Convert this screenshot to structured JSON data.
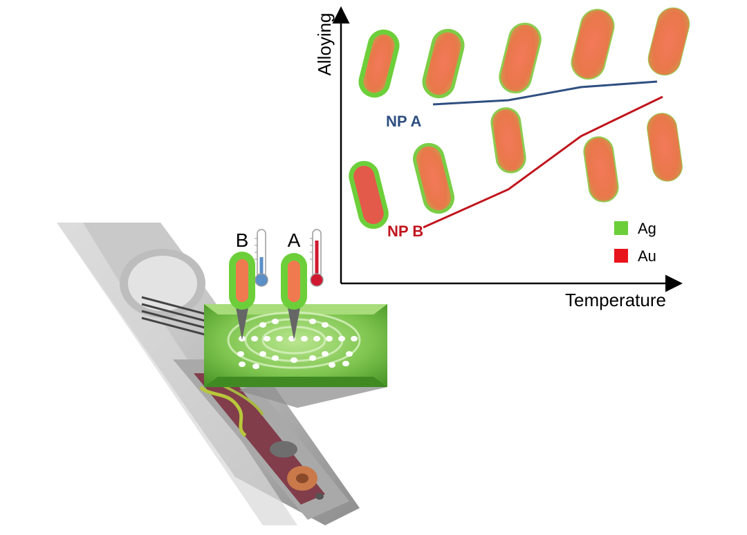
{
  "chart": {
    "y_axis_label": "Alloying",
    "x_axis_label": "Temperature",
    "series": [
      {
        "label": "NP A",
        "color": "#2e4f80"
      },
      {
        "label": "NP B",
        "color": "#c0141c"
      }
    ],
    "legend": [
      {
        "label": "Ag",
        "color": "#6ccf3a"
      },
      {
        "label": "Au",
        "color": "#e8141c"
      }
    ]
  },
  "holder": {
    "labels": {
      "B": "B",
      "A": "A"
    }
  },
  "colors": {
    "silver_shell": "#6ccf3a",
    "gold_core": "#f07a50",
    "membrane": "#7dc44e",
    "thermo_cold": "#5a8fc8",
    "thermo_hot": "#d01830"
  },
  "icons": [
    "thermometer-cold-icon",
    "thermometer-hot-icon"
  ]
}
